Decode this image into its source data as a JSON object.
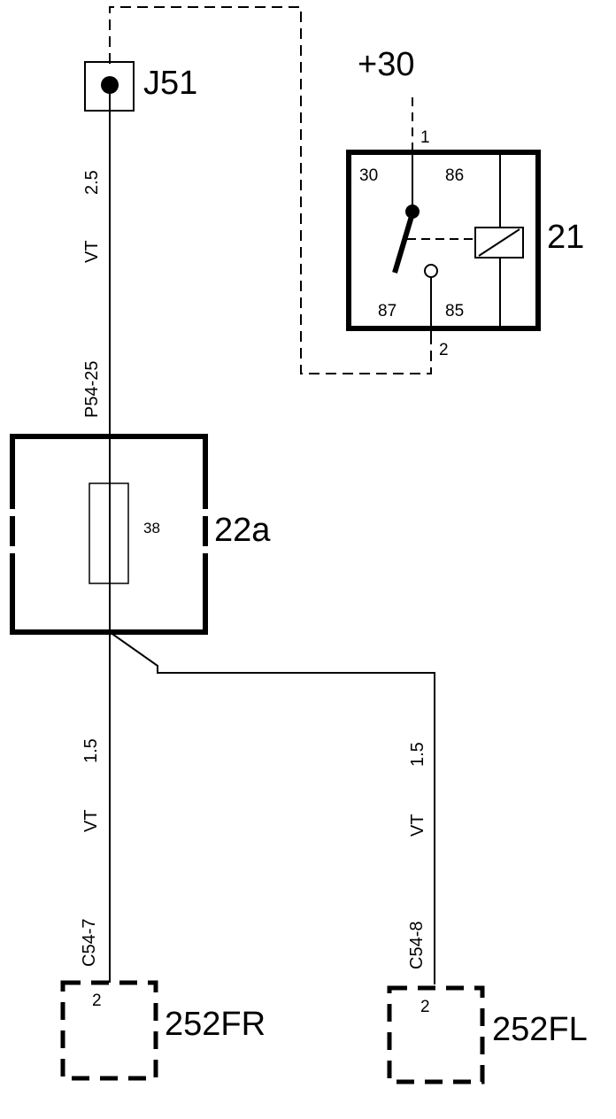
{
  "supply": {
    "label": "+30"
  },
  "junction": {
    "label": "J51"
  },
  "relay": {
    "label": "21",
    "terminals": {
      "t30": "30",
      "t86": "86",
      "t87": "87",
      "t85": "85"
    },
    "pin_top": "1",
    "pin_bottom": "2"
  },
  "fuse_box": {
    "label": "22a",
    "fuse_number": "38"
  },
  "wire_upper": {
    "size": "2.5",
    "color": "VT",
    "connector": "P54-25"
  },
  "wire_right_branch": {
    "size": "1.5",
    "color": "VT",
    "connector": "C54-7"
  },
  "wire_left_branch": {
    "size": "1.5",
    "color": "VT",
    "connector": "C54-8"
  },
  "component_fr": {
    "label": "252FR",
    "pin": "2"
  },
  "component_fl": {
    "label": "252FL",
    "pin": "2"
  }
}
